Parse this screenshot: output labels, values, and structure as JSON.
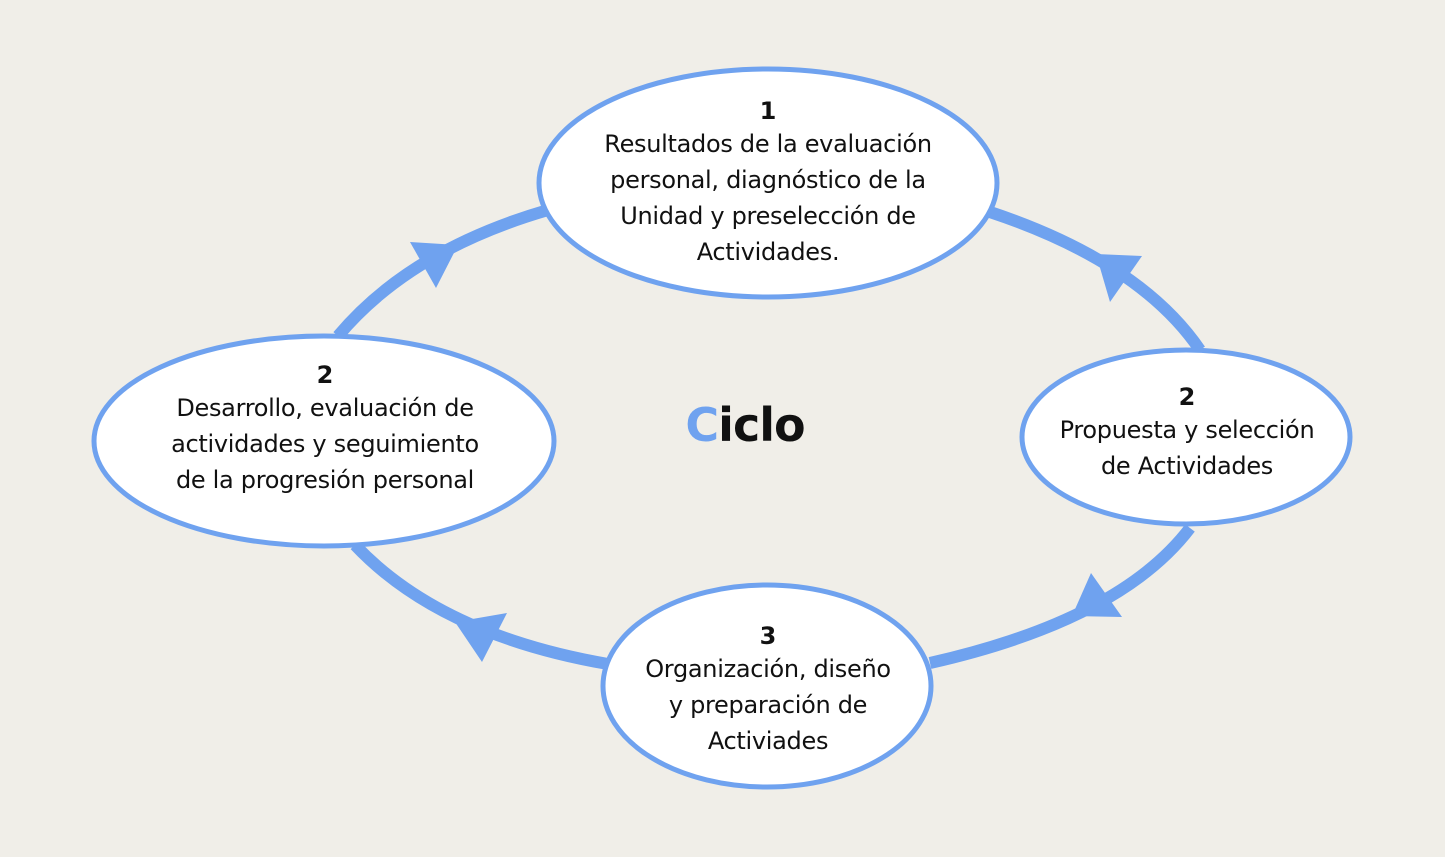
{
  "diagram": {
    "type": "cycle",
    "title": {
      "first_letter": "C",
      "rest": "iclo",
      "full": "Ciclo"
    },
    "colors": {
      "background": "#f0eee8",
      "accent": "#6fa2ef",
      "node_fill": "#ffffff",
      "text": "#111111"
    },
    "nodes": [
      {
        "id": "top",
        "number": "1",
        "text": "Resultados de la evaluación\npersonal, diagnóstico de la\nUnidad y preselección de\nActividades."
      },
      {
        "id": "right",
        "number": "2",
        "text": "Propuesta y selección\nde Actividades"
      },
      {
        "id": "bottom",
        "number": "3",
        "text": "Organización, diseño\ny preparación de\nActiviades"
      },
      {
        "id": "left",
        "number": "2",
        "text": "Desarrollo, evaluación de\nactividades y seguimiento\nde la progresión personal"
      }
    ],
    "edges": [
      {
        "from": "right",
        "to": "top"
      },
      {
        "from": "top",
        "to": "left",
        "note": "arrow points toward top (left→top)"
      },
      {
        "from": "bottom",
        "to": "left"
      },
      {
        "from": "right",
        "to": "bottom"
      }
    ]
  }
}
